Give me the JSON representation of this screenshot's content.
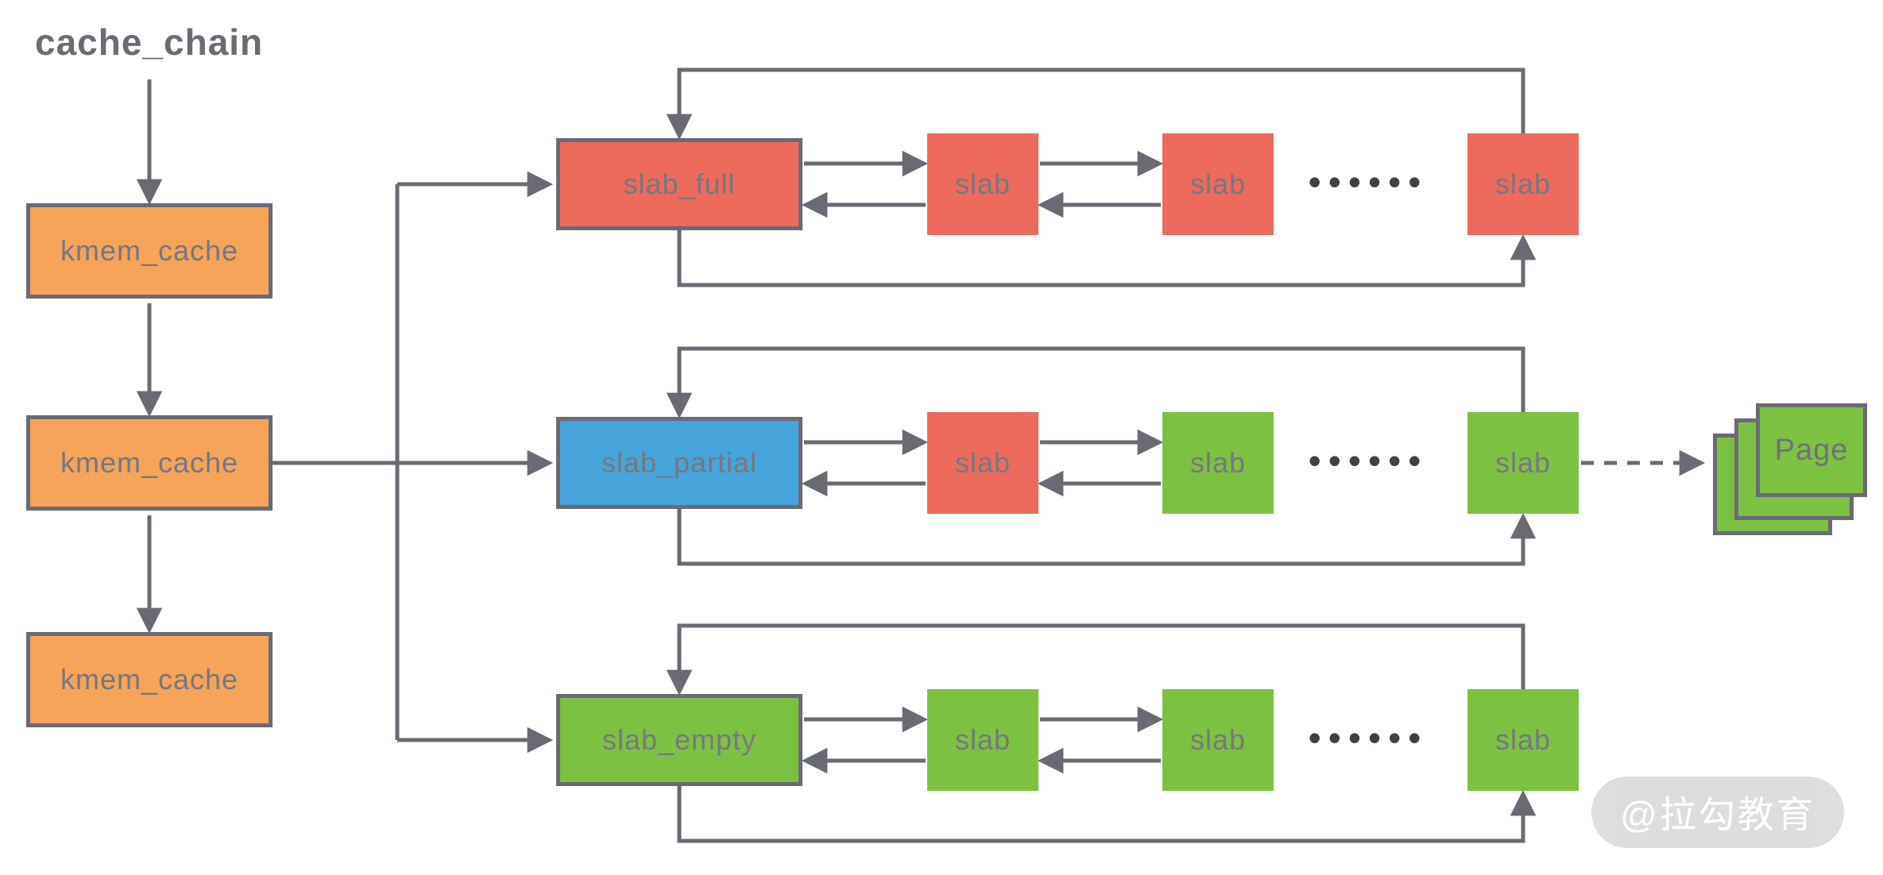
{
  "title": "cache_chain",
  "colors": {
    "orange": "#f6a45a",
    "red": "#ec6a5c",
    "blue": "#46a4da",
    "green": "#7cc141",
    "connector_grey": "#6a6a74",
    "label_grey": "#77777f",
    "dots_grey": "#3f3f45",
    "watermark_bg": "#dbdbdb"
  },
  "chain": {
    "items": [
      {
        "label": "kmem_cache"
      },
      {
        "label": "kmem_cache"
      },
      {
        "label": "kmem_cache"
      }
    ]
  },
  "rows": [
    {
      "head": {
        "label": "slab_full",
        "color": "red"
      },
      "slabs": [
        {
          "label": "slab",
          "color": "red"
        },
        {
          "label": "slab",
          "color": "red"
        },
        {
          "label": "slab",
          "color": "red"
        }
      ],
      "ellipsis": "••••••"
    },
    {
      "head": {
        "label": "slab_partial",
        "color": "blue"
      },
      "slabs": [
        {
          "label": "slab",
          "color": "red"
        },
        {
          "label": "slab",
          "color": "green"
        },
        {
          "label": "slab",
          "color": "green"
        }
      ],
      "ellipsis": "••••••"
    },
    {
      "head": {
        "label": "slab_empty",
        "color": "green"
      },
      "slabs": [
        {
          "label": "slab",
          "color": "green"
        },
        {
          "label": "slab",
          "color": "green"
        },
        {
          "label": "slab",
          "color": "green"
        }
      ],
      "ellipsis": "••••••"
    }
  ],
  "page_stack": {
    "label": "Page",
    "sheet_count": 3
  },
  "watermark": {
    "text": "@拉勾教育"
  }
}
